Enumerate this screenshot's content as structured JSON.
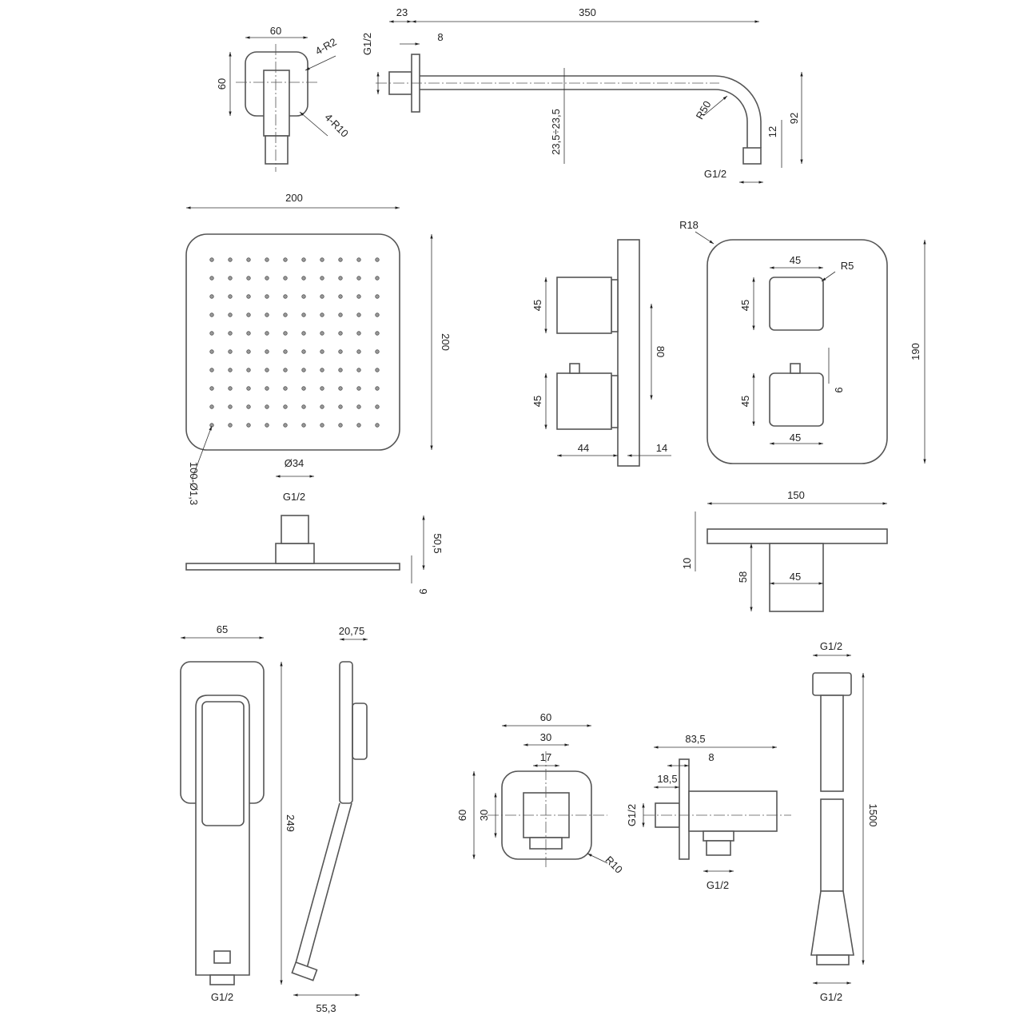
{
  "elbow_top": {
    "width": "60",
    "height": "60",
    "radius_outer": "4-R2",
    "radius_inner": "4-R10"
  },
  "shower_arm": {
    "nut": "23",
    "length": "350",
    "flange": "8",
    "thread_in": "G1/2",
    "diameter": "23,5÷23,5",
    "bend_radius": "R50",
    "nozzle": "12",
    "drop": "92",
    "thread_out": "G1/2"
  },
  "rain_head": {
    "width": "200",
    "height": "200",
    "nozzles": "100-Ø1,3",
    "connector_dia": "Ø34",
    "thread": "G1/2",
    "height_total": "50,5",
    "thickness": "9"
  },
  "thermostat_side": {
    "handle_top": "45",
    "handle_bottom": "45",
    "spacing": "80",
    "depth": "44",
    "plate": "14"
  },
  "thermostat_front": {
    "radius": "R18",
    "square_top_w": "45",
    "square_radius": "R5",
    "square_top_h": "45",
    "height": "190",
    "square_bottom_h": "45",
    "knob": "9",
    "square_bottom_w": "45"
  },
  "thermostat_top": {
    "width": "150",
    "plate": "10",
    "depth": "58",
    "handle": "45"
  },
  "hand_front": {
    "width": "65",
    "length": "249",
    "thread": "G1/2"
  },
  "hand_side": {
    "head": "20,75",
    "bottom": "55,3"
  },
  "outlet_front": {
    "width": "60",
    "inner": "30",
    "hole": "17",
    "height": "60",
    "inner_h": "30",
    "radius": "R10"
  },
  "outlet_side": {
    "length": "83,5",
    "flange": "8",
    "nut": "18,5",
    "thread_in": "G1/2",
    "thread_out": "G1/2"
  },
  "hose": {
    "thread_top": "G1/2",
    "length": "1500",
    "thread_bottom": "G1/2"
  }
}
